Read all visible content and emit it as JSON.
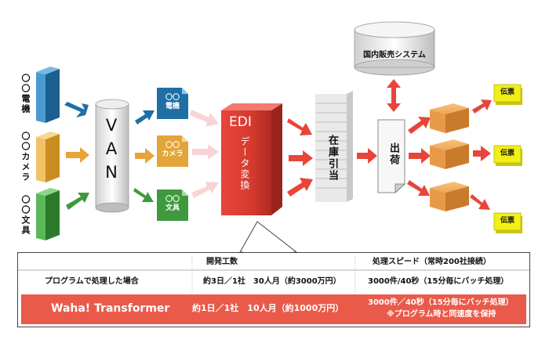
{
  "sources": [
    {
      "name": "〇〇電機",
      "color": "#2d7db3"
    },
    {
      "name": "〇〇カメラ",
      "color": "#e8b04a"
    },
    {
      "name": "〇〇文具",
      "color": "#3c9a3c"
    }
  ],
  "van_label": "VAN",
  "docs": [
    {
      "line1": "〇〇",
      "line2": "電機",
      "color": "#1f6fa5"
    },
    {
      "line1": "〇〇",
      "line2": "カメラ",
      "color": "#e3a53a"
    },
    {
      "line1": "〇〇",
      "line2": "文具",
      "color": "#3f9a3f"
    }
  ],
  "edi": {
    "title": "EDI",
    "sub": "データ変換"
  },
  "inventory_label": "在庫引当",
  "db_label": "国内販売システム",
  "shipping_label": "出荷",
  "slip_label": "伝票",
  "table": {
    "col1_header": "開発工数",
    "col2_header": "処理スピード（常時200社接続）",
    "row1": {
      "label": "プログラムで処理した場合",
      "effort": "約3日／1社　30人月（約3000万円）",
      "speed": "3000件/40秒（15分毎にバッチ処理）"
    },
    "row2": {
      "label": "Waha! Transformer",
      "effort": "約1日／1社　10人月（約1000万円）",
      "speed": "3000件／40秒（15分毎にバッチ処理）",
      "note": "※プログラム時と同速度を保持"
    }
  },
  "colors": {
    "red": "#e8453a",
    "blue": "#1f6fa5",
    "orange": "#e8a33a",
    "green": "#3c9a3c",
    "box": "#f0a050",
    "slip": "#f2ee18"
  }
}
